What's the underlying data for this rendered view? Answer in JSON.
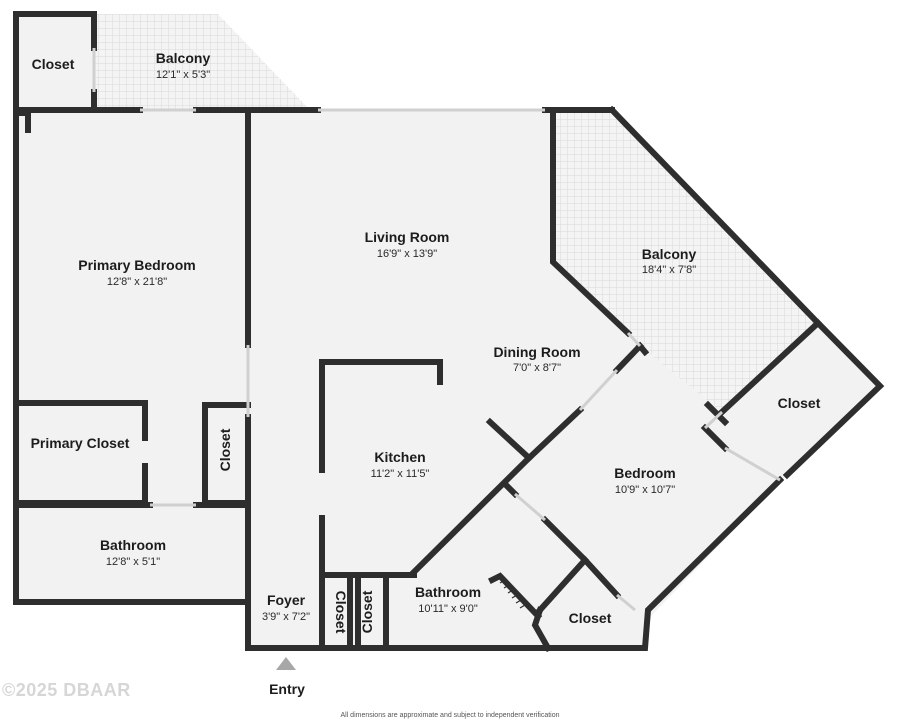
{
  "rooms": {
    "closet_nw": {
      "name": "Closet"
    },
    "balcony_nw": {
      "name": "Balcony",
      "dim": "12'1\" x 5'3\""
    },
    "primary_bedroom": {
      "name": "Primary Bedroom",
      "dim": "12'8\" x 21'8\""
    },
    "primary_closet": {
      "name": "Primary Closet"
    },
    "closet_vertical": {
      "name": "Closet"
    },
    "bathroom_w": {
      "name": "Bathroom",
      "dim": "12'8\" x 5'1\""
    },
    "living_room": {
      "name": "Living Room",
      "dim": "16'9\" x 13'9\""
    },
    "balcony_ne": {
      "name": "Balcony",
      "dim": "18'4\" x 7'8\""
    },
    "dining_room": {
      "name": "Dining Room",
      "dim": "7'0\" x 8'7\""
    },
    "kitchen": {
      "name": "Kitchen",
      "dim": "11'2\" x 11'5\""
    },
    "closet_e": {
      "name": "Closet"
    },
    "bedroom": {
      "name": "Bedroom",
      "dim": "10'9\" x 10'7\""
    },
    "foyer": {
      "name": "Foyer",
      "dim": "3'9\" x 7'2\""
    },
    "closet_foyer_1": {
      "name": "Closet"
    },
    "closet_foyer_2": {
      "name": "Closet"
    },
    "bathroom_s": {
      "name": "Bathroom",
      "dim": "10'11\" x 9'0\""
    },
    "closet_se": {
      "name": "Closet"
    }
  },
  "entry_label": "Entry",
  "copyright": "©2025 DBAAR",
  "disclaimer": "All dimensions are approximate and subject to independent verification",
  "colors": {
    "wall": "#2e2e2e",
    "floor": "#f2f2f2",
    "balcony_tile": "#e4e4e4",
    "window": "#d0d0d0"
  }
}
